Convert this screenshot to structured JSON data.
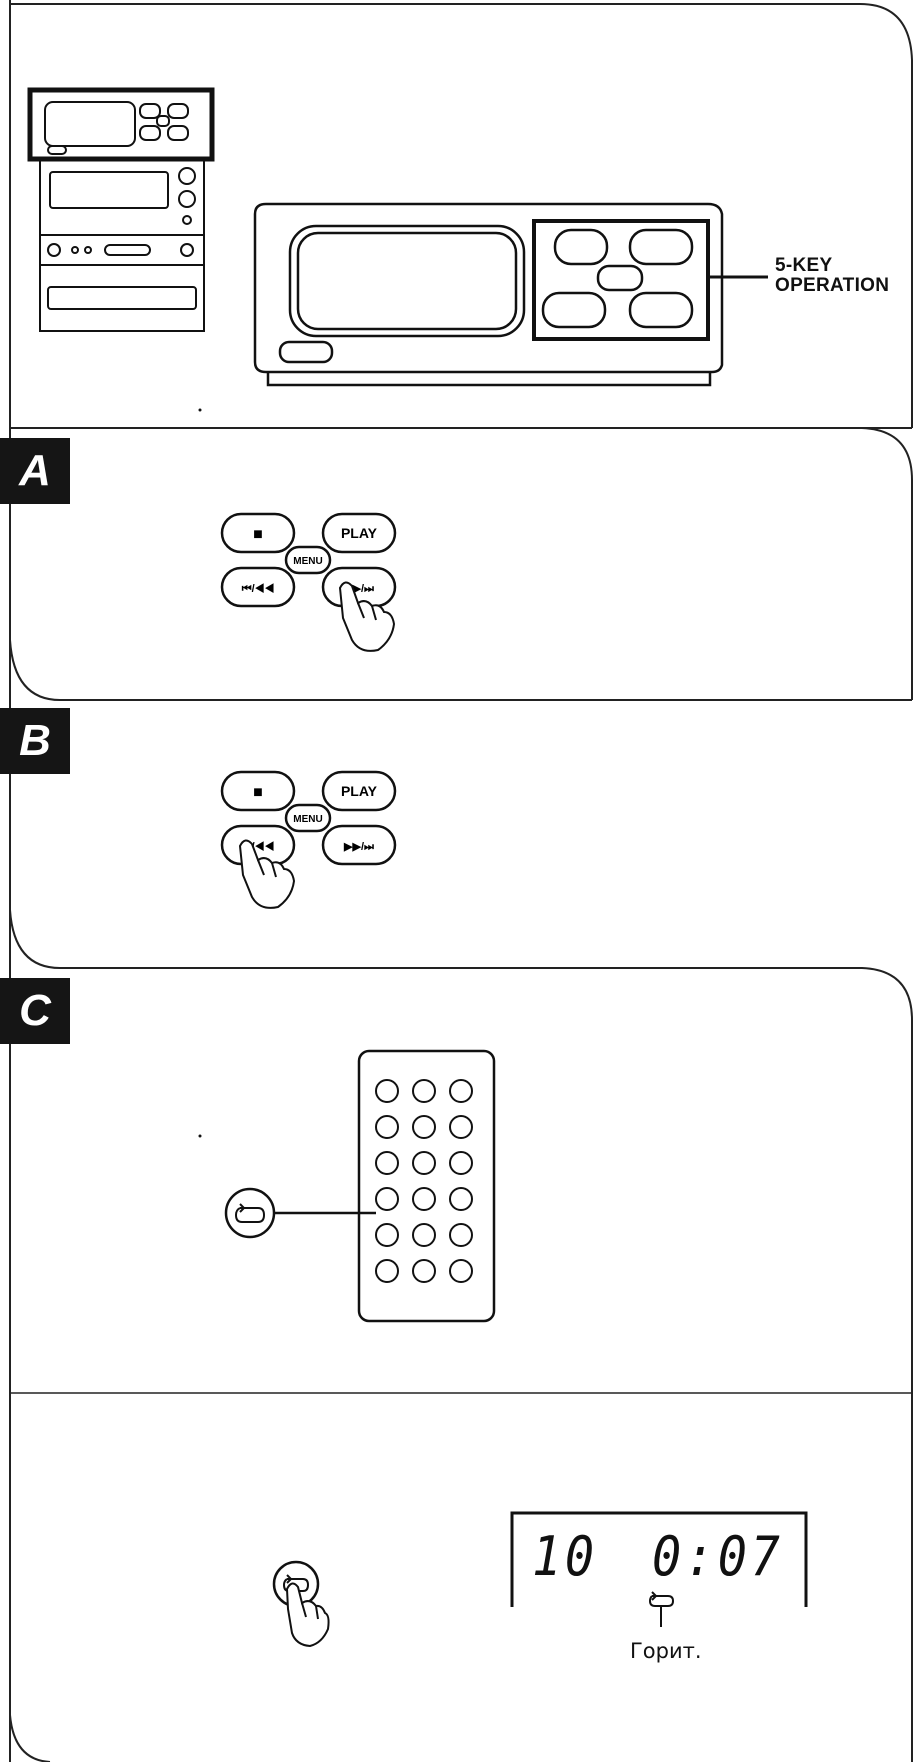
{
  "panels": [
    {
      "id": "overview",
      "callout": "5-KEY\nOPERATION"
    },
    {
      "id": "A",
      "badge": "A"
    },
    {
      "id": "B",
      "badge": "B"
    },
    {
      "id": "C",
      "badge": "C"
    },
    {
      "id": "D"
    }
  ],
  "keys": {
    "stop_icon": "■",
    "play": "PLAY",
    "menu": "MENU",
    "prev": "⏮/◀◀",
    "next": "▶▶/⏭"
  },
  "display": {
    "track": "10",
    "time": "0:07",
    "lit_label": "Горит."
  },
  "icons": [
    "repeat-icon",
    "hand-pointer-icon",
    "stop-icon"
  ]
}
